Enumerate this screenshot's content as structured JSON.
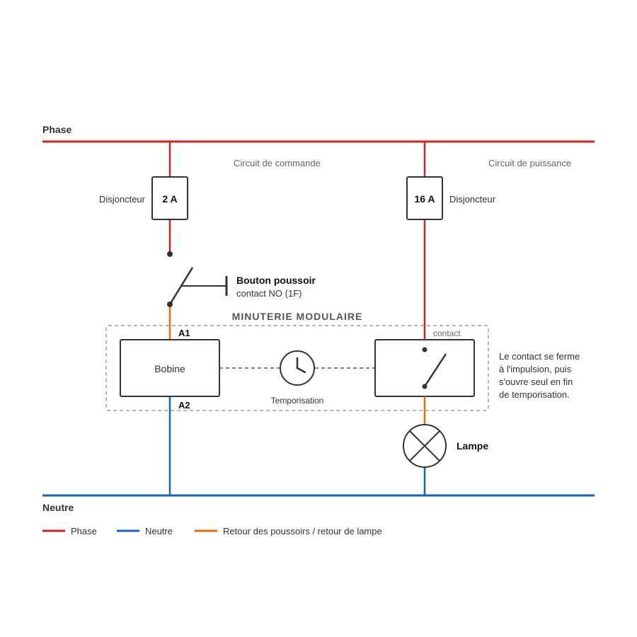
{
  "colors": {
    "phase": "#d32121",
    "neutral": "#1565c0",
    "return": "#ef6c00",
    "component": "#333333",
    "dashed": "#9e9e9e"
  },
  "rails": {
    "phase_label": "Phase",
    "neutral_label": "Neutre"
  },
  "sections": {
    "command": "Circuit de commande",
    "power": "Circuit de puissance"
  },
  "breakers": {
    "command_rating": "2 A",
    "command_label": "Disjoncteur",
    "power_rating": "16 A",
    "power_label": "Disjoncteur"
  },
  "push_button": {
    "name": "Bouton poussoir",
    "type": "contact NO (1F)"
  },
  "timer": {
    "title": "MINUTERIE MODULAIRE",
    "coil_label": "Bobine",
    "terminal_a1": "A1",
    "terminal_a2": "A2",
    "delay_label": "Temporisation",
    "contact_label": "contact",
    "clock_icon": "clock-icon"
  },
  "note": {
    "lines": [
      "Le contact se ferme",
      "à l'impulsion, puis",
      "s'ouvre seul en fin",
      "de temporisation."
    ]
  },
  "lamp": {
    "label": "Lampe",
    "icon": "lamp-icon"
  },
  "legend": {
    "phase": "Phase",
    "neutral": "Neutre",
    "return": "Retour des poussoirs / retour de lampe"
  }
}
